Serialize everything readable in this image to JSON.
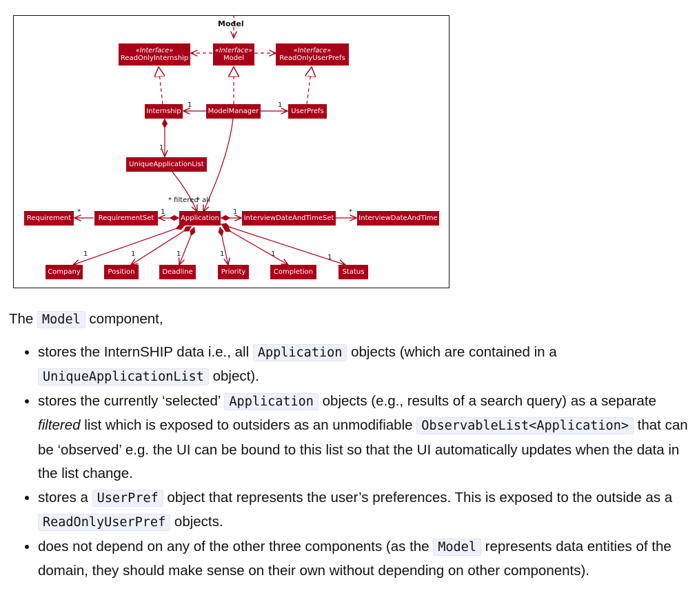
{
  "diagram": {
    "title": "Model",
    "nodes": {
      "read_only_internship": {
        "stereotype": "«Interface»",
        "name": "ReadOnlyInternship"
      },
      "model": {
        "stereotype": "«Interface»",
        "name": "Model"
      },
      "read_only_user_prefs": {
        "stereotype": "«Interface»",
        "name": "ReadOnlyUserPrefs"
      },
      "internship": "Internship",
      "model_manager": "ModelManager",
      "user_prefs": "UserPrefs",
      "unique_application_list": "UniqueApplicationList",
      "requirement": "Requirement",
      "requirement_set": "RequirementSet",
      "application": "Application",
      "interview_date_and_time_set": "InterviewDateAndTimeSet",
      "interview_date_and_time": "InterviewDateAndTime",
      "company": "Company",
      "position": "Position",
      "deadline": "Deadline",
      "priority": "Priority",
      "completion": "Completion",
      "status": "Status"
    },
    "labels": {
      "mm_internship_mult": "1",
      "mm_userprefs_mult": "1",
      "internship_list_mult": "1",
      "filtered": "* filtered",
      "all": "* all",
      "requirement_mult": "*",
      "requirementset_mult": "1",
      "interviewset_mult": "1",
      "interview_mult": "*",
      "company_mult": "1",
      "position_mult": "1",
      "deadline_mult": "1",
      "priority_mult": "1",
      "completion_mult": "1",
      "status_mult": "1"
    }
  },
  "prose": {
    "intro": {
      "pre": "The ",
      "code": "Model",
      "post": " component,"
    },
    "bullets": [
      [
        {
          "t": "stores the InternSHIP data i.e., all "
        },
        {
          "c": "Application"
        },
        {
          "t": " objects (which are contained in a "
        },
        {
          "c": "UniqueApplicationList"
        },
        {
          "t": " object)."
        }
      ],
      [
        {
          "t": "stores the currently ‘selected’ "
        },
        {
          "c": "Application"
        },
        {
          "t": " objects (e.g., results of a search query) as a separate "
        },
        {
          "i": "filtered"
        },
        {
          "t": " list which is exposed to outsiders as an unmodifiable "
        },
        {
          "c": "ObservableList<Application>"
        },
        {
          "t": " that can be ‘observed’ e.g. the UI can be bound to this list so that the UI automatically updates when the data in the list change."
        }
      ],
      [
        {
          "t": "stores a "
        },
        {
          "c": "UserPref"
        },
        {
          "t": " object that represents the user’s preferences. This is exposed to the outside as a "
        },
        {
          "c": "ReadOnlyUserPref"
        },
        {
          "t": " objects."
        }
      ],
      [
        {
          "t": "does not depend on any of the other three components (as the "
        },
        {
          "c": "Model"
        },
        {
          "t": " represents data entities of the domain, they should make sense on their own without depending on other components)."
        }
      ]
    ]
  }
}
